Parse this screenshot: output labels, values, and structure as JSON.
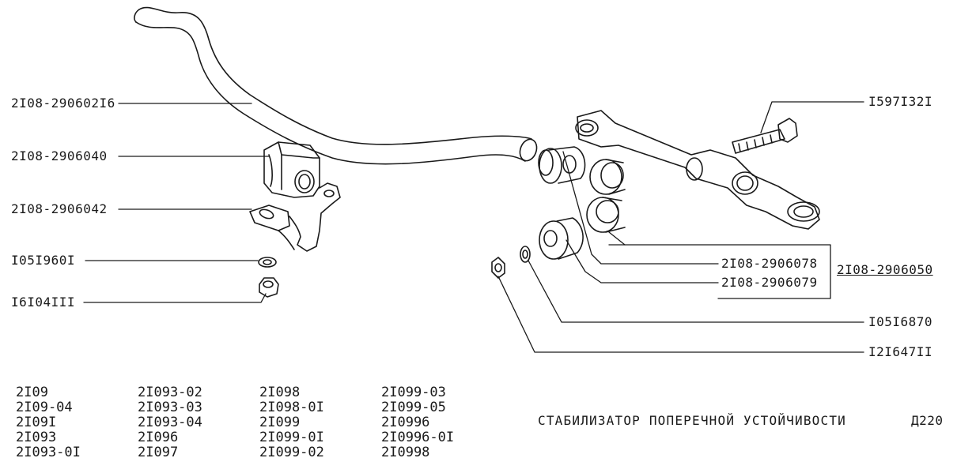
{
  "callouts_left": [
    {
      "id": "bar",
      "label": "2I08-290602I6"
    },
    {
      "id": "cushion",
      "label": "2I08-2906040"
    },
    {
      "id": "bracket",
      "label": "2I08-2906042"
    },
    {
      "id": "washer-left",
      "label": "I05I960I"
    },
    {
      "id": "nut-left",
      "label": "I6I04III"
    }
  ],
  "callouts_right": [
    {
      "id": "bolt",
      "label": "I597I32I"
    },
    {
      "id": "bushing-078",
      "label": "2I08-2906078"
    },
    {
      "id": "bushing-079",
      "label": "2I08-2906079"
    },
    {
      "id": "assembly",
      "label": "2I08-2906050"
    },
    {
      "id": "washer-right",
      "label": "I05I6870"
    },
    {
      "id": "nut-right",
      "label": "I2I647II"
    }
  ],
  "models": [
    [
      "2I09",
      "2I09-04",
      "2I09I",
      "2I093",
      "2I093-0I"
    ],
    [
      "2I093-02",
      "2I093-03",
      "2I093-04",
      "2I096",
      "2I097"
    ],
    [
      "2I098",
      "2I098-0I",
      "2I099",
      "2I099-0I",
      "2I099-02"
    ],
    [
      "2I099-03",
      "2I099-05",
      "2I0996",
      "2I0996-0I",
      "2I0998"
    ]
  ],
  "caption": "СТАБИЛИЗАТОР ПОПЕРЕЧНОЙ УСТОЙЧИВОСТИ",
  "page_ref": "Д220"
}
